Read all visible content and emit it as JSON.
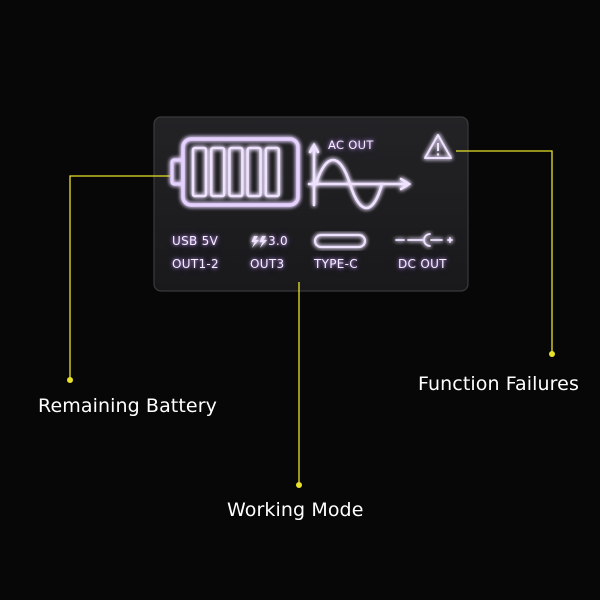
{
  "display": {
    "ac_out_label": "AC OUT",
    "battery_bars": 5,
    "ports": [
      {
        "line1": "USB 5V",
        "line2": "OUT1-2",
        "icon": "usb-text"
      },
      {
        "line1": "3.0",
        "line2": "OUT3",
        "icon": "quick-charge-bolts-icon"
      },
      {
        "line1": "",
        "line2": "TYPE-C",
        "icon": "type-c-port-icon"
      },
      {
        "line1": "",
        "line2": "DC OUT",
        "icon": "dc-plug-icon"
      }
    ],
    "warning_icon": "warning-triangle-icon",
    "ac_icon": "sine-wave-icon"
  },
  "callouts": {
    "battery": "Remaining Battery",
    "mode": "Working Mode",
    "failure": "Function Failures"
  },
  "colors": {
    "background": "#070707",
    "panel": "#1c1c1f",
    "lcd_glow": "#c89cff",
    "lcd_text": "#f6ecff",
    "callout_line": "#e8e22a"
  }
}
